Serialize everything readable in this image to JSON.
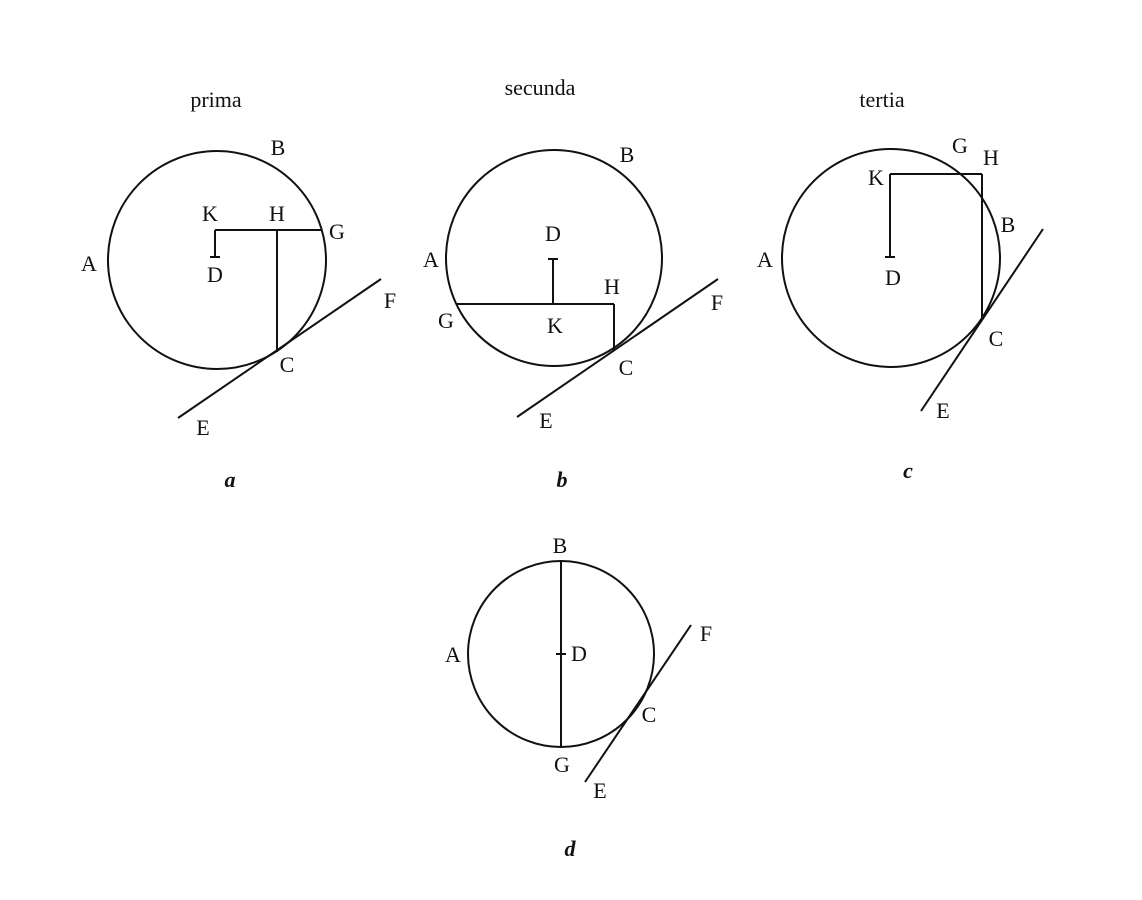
{
  "figures": {
    "a": {
      "title": "prima",
      "caption": "a",
      "labels": {
        "A": "A",
        "B": "B",
        "C": "C",
        "D": "D",
        "E": "E",
        "F": "F",
        "G": "G",
        "H": "H",
        "K": "K"
      }
    },
    "b": {
      "title": "secunda",
      "caption": "b",
      "labels": {
        "A": "A",
        "B": "B",
        "C": "C",
        "D": "D",
        "E": "E",
        "F": "F",
        "G": "G",
        "H": "H",
        "K": "K"
      }
    },
    "c": {
      "title": "tertia",
      "caption": "c",
      "labels": {
        "A": "A",
        "B": "B",
        "C": "C",
        "D": "D",
        "E": "E",
        "G": "G",
        "H": "H",
        "K": "K"
      }
    },
    "d": {
      "title": "",
      "caption": "d",
      "labels": {
        "A": "A",
        "B": "B",
        "C": "C",
        "D": "D",
        "E": "E",
        "F": "F",
        "G": "G"
      }
    }
  }
}
